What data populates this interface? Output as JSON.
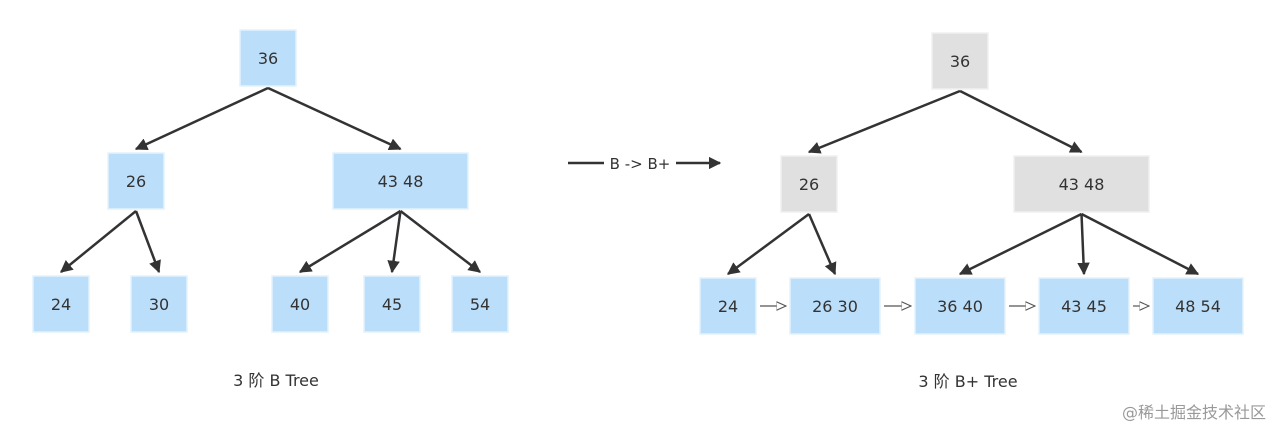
{
  "colors": {
    "btree_node_fill": "#bbdefb",
    "btree_node_stroke": "#e3f2fd",
    "internal_node_fill": "#e0e0e0",
    "internal_node_stroke": "#f0f0f0",
    "edge": "#333333",
    "text": "#333333",
    "watermark": "#999999"
  },
  "btree": {
    "caption": "3 阶 B Tree",
    "nodes": [
      {
        "id": "b-root",
        "label": "36"
      },
      {
        "id": "b-26",
        "label": "26"
      },
      {
        "id": "b-43-48",
        "label": "43   48"
      },
      {
        "id": "b-24",
        "label": "24"
      },
      {
        "id": "b-30",
        "label": "30"
      },
      {
        "id": "b-40",
        "label": "40"
      },
      {
        "id": "b-45",
        "label": "45"
      },
      {
        "id": "b-54",
        "label": "54"
      }
    ],
    "edges": [
      [
        "b-root",
        "b-26"
      ],
      [
        "b-root",
        "b-43-48"
      ],
      [
        "b-26",
        "b-24"
      ],
      [
        "b-26",
        "b-30"
      ],
      [
        "b-43-48",
        "b-40"
      ],
      [
        "b-43-48",
        "b-45"
      ],
      [
        "b-43-48",
        "b-54"
      ]
    ]
  },
  "transform": {
    "label": "B -> B+"
  },
  "bplustree": {
    "caption": "3 阶 B+ Tree",
    "nodes": [
      {
        "id": "p-root",
        "label": "36",
        "kind": "internal"
      },
      {
        "id": "p-26",
        "label": "26",
        "kind": "internal"
      },
      {
        "id": "p-43-48",
        "label": "43   48",
        "kind": "internal"
      },
      {
        "id": "p-24",
        "label": "24",
        "kind": "leaf"
      },
      {
        "id": "p-26-30",
        "label": "26   30",
        "kind": "leaf"
      },
      {
        "id": "p-36-40",
        "label": "36   40",
        "kind": "leaf"
      },
      {
        "id": "p-43-45",
        "label": "43   45",
        "kind": "leaf"
      },
      {
        "id": "p-48-54",
        "label": "48   54",
        "kind": "leaf"
      }
    ],
    "edges": [
      [
        "p-root",
        "p-26"
      ],
      [
        "p-root",
        "p-43-48"
      ],
      [
        "p-26",
        "p-24"
      ],
      [
        "p-26",
        "p-26-30"
      ],
      [
        "p-43-48",
        "p-36-40"
      ],
      [
        "p-43-48",
        "p-43-45"
      ],
      [
        "p-43-48",
        "p-48-54"
      ]
    ],
    "leaf_links": [
      [
        "p-24",
        "p-26-30"
      ],
      [
        "p-26-30",
        "p-36-40"
      ],
      [
        "p-36-40",
        "p-43-45"
      ],
      [
        "p-43-45",
        "p-48-54"
      ]
    ]
  },
  "watermark": "@稀土掘金技术社区"
}
